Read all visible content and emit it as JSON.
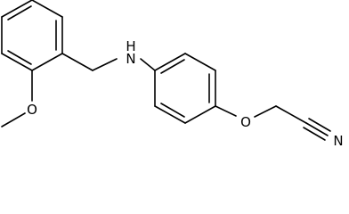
{
  "molecule": {
    "atom_labels": {
      "nitrogen_h": "H",
      "nitrogen": "N",
      "methoxy_oxygen": "O",
      "ether_oxygen": "O",
      "nitrile_nitrogen": "N"
    }
  }
}
